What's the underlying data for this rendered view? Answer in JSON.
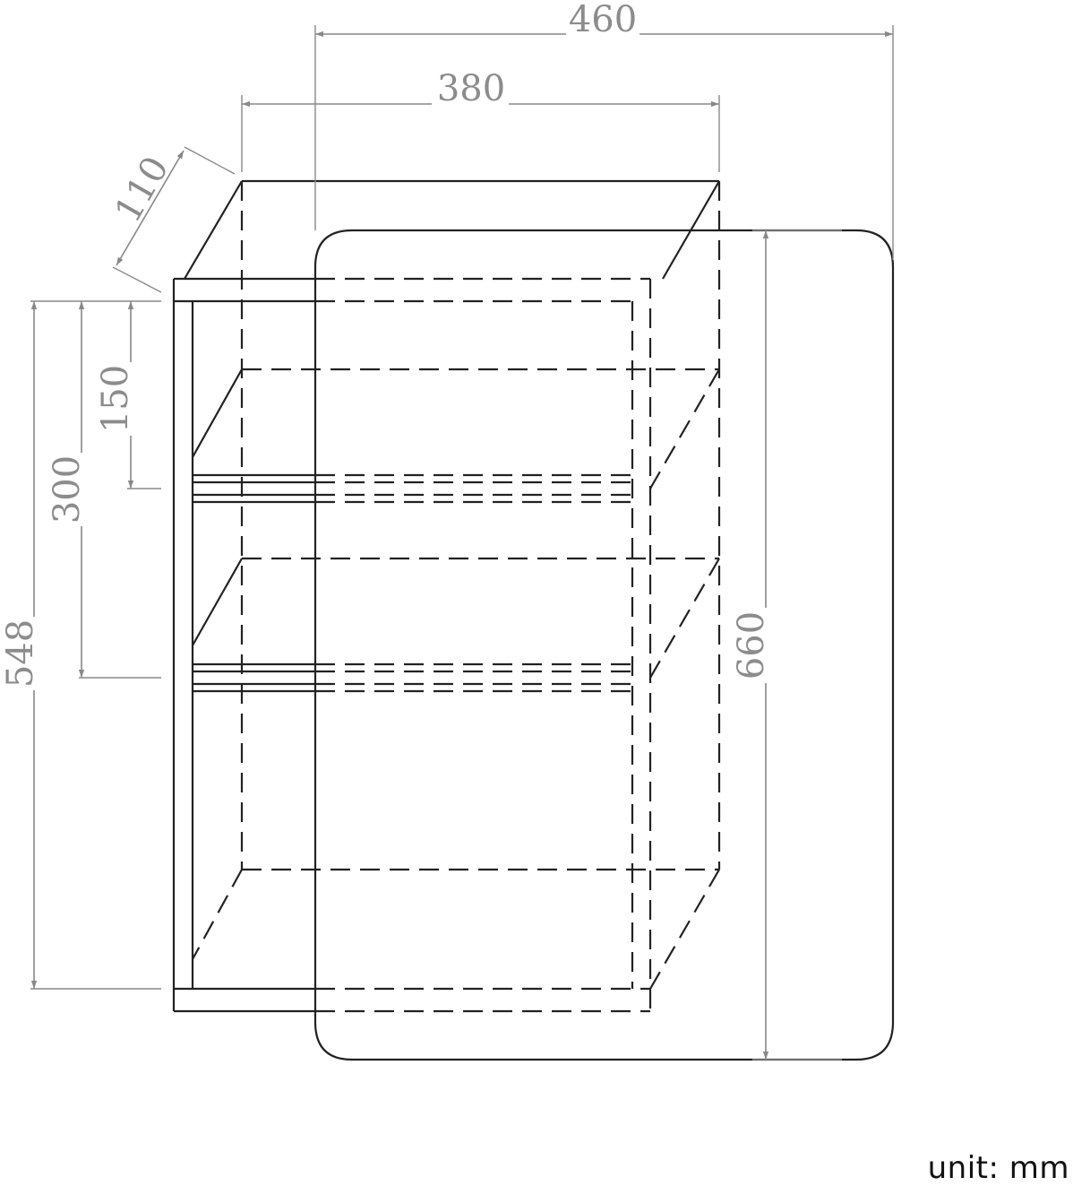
{
  "dimensions": {
    "mirror_width": "460",
    "shelf_width": "380",
    "depth": "110",
    "shelf_height": "548",
    "shelf_spacing_1": "150",
    "shelf_spacing_2": "300",
    "mirror_height": "660"
  },
  "unit_label": "unit: mm"
}
